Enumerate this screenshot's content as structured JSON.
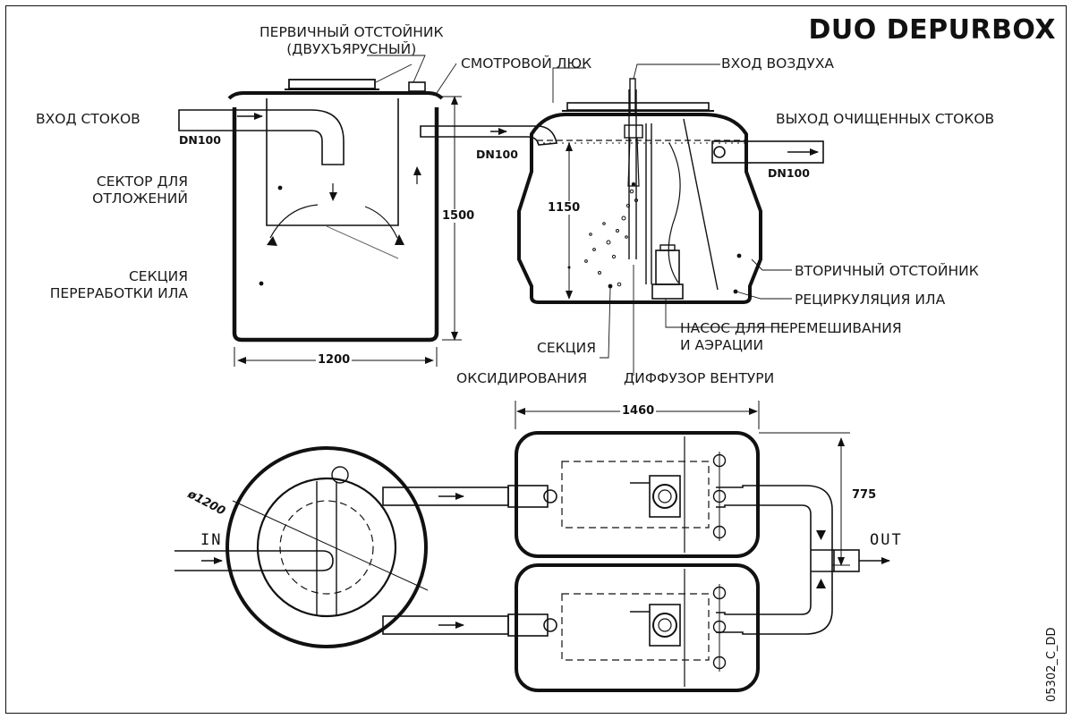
{
  "brand": "DUO DEPURBOX",
  "drawing_code": "05302_C_DD",
  "labels": {
    "primary_settler": "ПЕРВИЧНЫЙ ОТСТОЙНИК\n(ДВУХЪЯРУСНЫЙ)",
    "inspection_hatch": "СМОТРОВОЙ ЛЮК",
    "air_inlet": "ВХОД ВОЗДУХА",
    "sewage_inlet": "ВХОД СТОКОВ",
    "treated_outlet": "ВЫХОД ОЧИЩЕННЫХ СТОКОВ",
    "sediment_sector": "СЕКТОР ДЛЯ\nОТЛОЖЕНИЙ",
    "sludge_section": "СЕКЦИЯ\nПЕРЕРАБОТКИ ИЛА",
    "secondary_settler": "ВТОРИЧНЫЙ ОТСТОЙНИК",
    "sludge_recirculation": "РЕЦИРКУЛЯЦИЯ ИЛА",
    "mixing_pump": "НАСОС ДЛЯ ПЕРЕМЕШИВАНИЯ\nИ АЭРАЦИИ",
    "section": "СЕКЦИЯ",
    "oxidation": "ОКСИДИРОВАНИЯ",
    "venturi_diffuser": "ДИФФУЗОР ВЕНТУРИ",
    "in": "IN",
    "out": "OUT"
  },
  "dimensions": {
    "primary_height": "1500",
    "primary_width": "1200",
    "aeration_height": "1150",
    "aeration_length": "1460",
    "plan_width": "775",
    "plan_diameter": "ø1200",
    "dn_inlet": "DN100",
    "dn_middle": "DN100",
    "dn_outlet": "DN100"
  }
}
